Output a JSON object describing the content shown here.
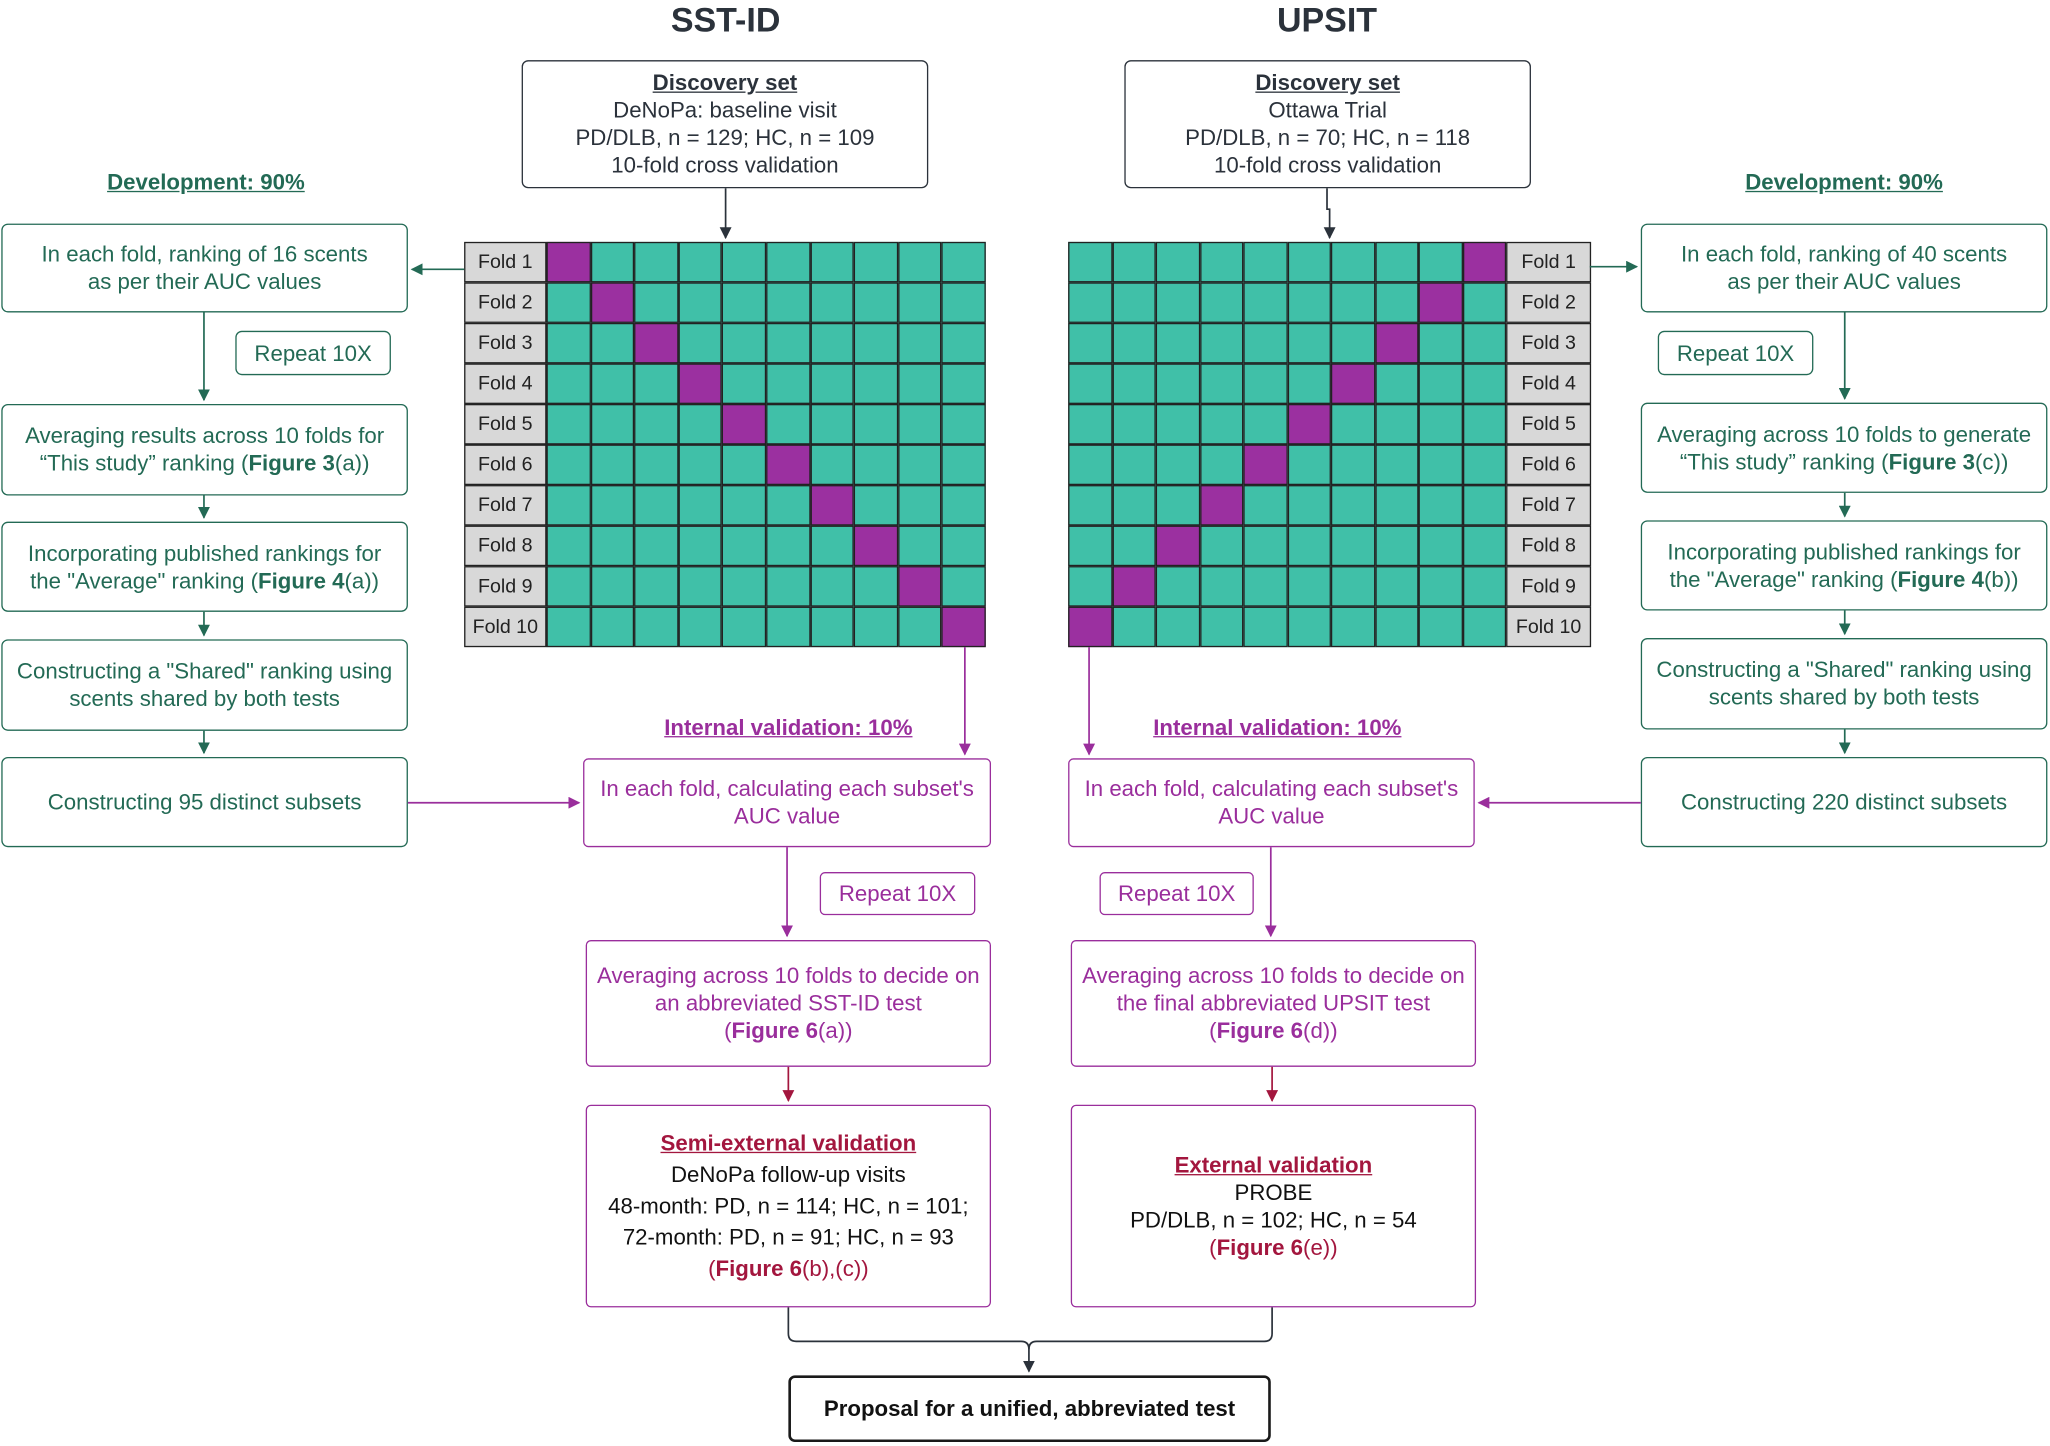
{
  "headers": {
    "left": "SST-ID",
    "right": "UPSIT"
  },
  "left": {
    "discovery": [
      "Discovery set",
      "DeNoPa: baseline visit",
      "PD/DLB, n = 129; HC, n = 109",
      "10-fold cross validation"
    ],
    "development_label": "Development: 90%",
    "repeat_label": "Repeat 10X",
    "steps": {
      "ranking": [
        "In each fold, ranking of 16 scents",
        "as per their AUC values"
      ],
      "averaging": {
        "l1": "Averaging results across 10 folds for",
        "l2_pre": "“This study” ranking (",
        "fig": "Figure 3",
        "l2_post": "(a))"
      },
      "incorporating": {
        "l1": "Incorporating published rankings for",
        "l2_pre": "the \"Average\" ranking (",
        "fig": "Figure 4",
        "l2_post": "(a))"
      },
      "shared": [
        "Constructing a \"Shared\" ranking using",
        "scents shared by both tests"
      ],
      "subsets": "Constructing 95 distinct subsets"
    },
    "internal_label": "Internal validation: 10%",
    "internal_box": [
      "In each fold, calculating each subset's",
      "AUC value"
    ],
    "internal_repeat": "Repeat 10X",
    "decide": {
      "l1": "Averaging across 10 folds to decide on",
      "l2": "an abbreviated SST-ID test",
      "l3_pre": "(",
      "fig": "Figure 6",
      "l3_post": "(a))"
    },
    "validation": {
      "title": "Semi-external validation",
      "l1": "DeNoPa follow-up visits",
      "l2": "48-month: PD, n = 114; HC, n = 101;",
      "l3": "72-month: PD, n = 91; HC, n = 93",
      "l4_pre": "(",
      "fig": "Figure 6",
      "l4_post": "(b),(c))"
    }
  },
  "right": {
    "discovery": [
      "Discovery set",
      "Ottawa Trial",
      "PD/DLB, n = 70; HC, n = 118",
      "10-fold cross validation"
    ],
    "development_label": "Development: 90%",
    "repeat_label": "Repeat 10X",
    "steps": {
      "ranking": [
        "In each fold, ranking of 40 scents",
        "as per their AUC values"
      ],
      "averaging": {
        "l1": "Averaging across 10 folds to generate",
        "l2_pre": "“This study” ranking (",
        "fig": "Figure 3",
        "l2_post": "(c))"
      },
      "incorporating": {
        "l1": "Incorporating published rankings for",
        "l2_pre": "the \"Average\" ranking (",
        "fig": "Figure 4",
        "l2_post": "(b))"
      },
      "shared": [
        "Constructing a \"Shared\" ranking using",
        "scents shared by both tests"
      ],
      "subsets": "Constructing 220 distinct subsets"
    },
    "internal_label": "Internal validation: 10%",
    "internal_box": [
      "In each fold, calculating each subset's",
      "AUC value"
    ],
    "internal_repeat": "Repeat 10X",
    "decide": {
      "l1": "Averaging across 10 folds to decide on",
      "l2": "the final abbreviated UPSIT test",
      "l3_pre": "(",
      "fig": "Figure 6",
      "l3_post": "(d))"
    },
    "validation": {
      "title": "External validation",
      "l1": "PROBE",
      "l2": "PD/DLB, n = 102; HC, n = 54",
      "l3_pre": "(",
      "fig": "Figure 6",
      "l3_post": "(e))"
    }
  },
  "folds": [
    "Fold 1",
    "Fold 2",
    "Fold 3",
    "Fold 4",
    "Fold 5",
    "Fold 6",
    "Fold 7",
    "Fold 8",
    "Fold 9",
    "Fold 10"
  ],
  "final": "Proposal for a unified, abbreviated test",
  "colors": {
    "training": "#40c0a8",
    "validation": "#9b30a0",
    "development": "#236a55",
    "internal": "#9a2e9c",
    "external": "#a3163e",
    "neutral": "#2b323b"
  }
}
